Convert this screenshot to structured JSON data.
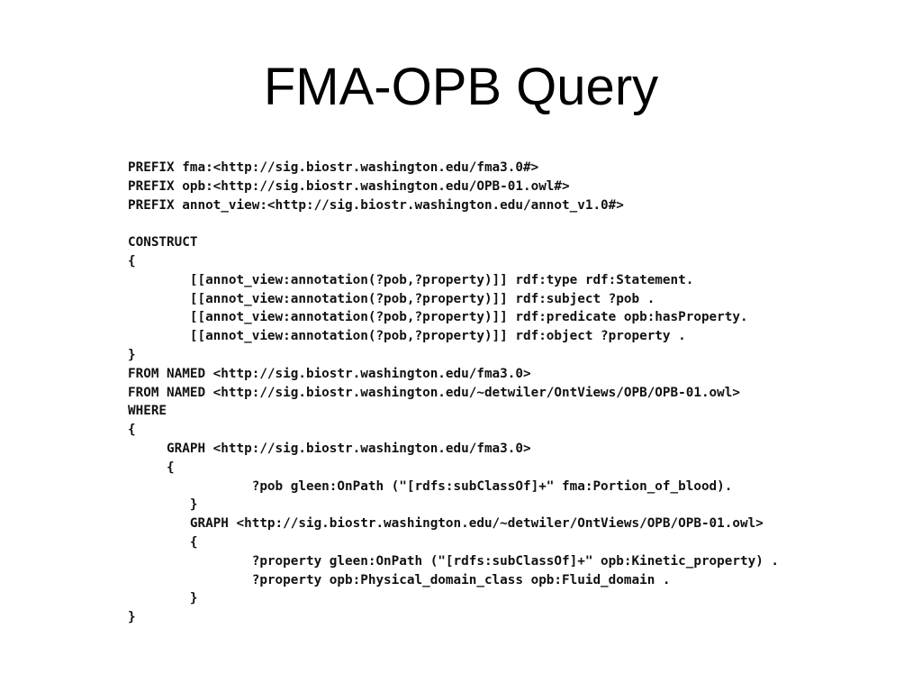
{
  "slide": {
    "title": "FMA-OPB Query",
    "code_lines": [
      "PREFIX fma:<http://sig.biostr.washington.edu/fma3.0#>",
      "PREFIX opb:<http://sig.biostr.washington.edu/OPB-01.owl#>",
      "PREFIX annot_view:<http://sig.biostr.washington.edu/annot_v1.0#>",
      "",
      "CONSTRUCT",
      "{",
      "        [[annot_view:annotation(?pob,?property)]] rdf:type rdf:Statement.",
      "        [[annot_view:annotation(?pob,?property)]] rdf:subject ?pob .",
      "        [[annot_view:annotation(?pob,?property)]] rdf:predicate opb:hasProperty.",
      "        [[annot_view:annotation(?pob,?property)]] rdf:object ?property .",
      "}",
      "FROM NAMED <http://sig.biostr.washington.edu/fma3.0>",
      "FROM NAMED <http://sig.biostr.washington.edu/~detwiler/OntViews/OPB/OPB-01.owl>",
      "WHERE",
      "{",
      "     GRAPH <http://sig.biostr.washington.edu/fma3.0>",
      "     {",
      "                ?pob gleen:OnPath (\"[rdfs:subClassOf]+\" fma:Portion_of_blood).",
      "        }",
      "        GRAPH <http://sig.biostr.washington.edu/~detwiler/OntViews/OPB/OPB-01.owl>",
      "        {",
      "                ?property gleen:OnPath (\"[rdfs:subClassOf]+\" opb:Kinetic_property) .",
      "                ?property opb:Physical_domain_class opb:Fluid_domain .",
      "        }",
      "}"
    ]
  }
}
